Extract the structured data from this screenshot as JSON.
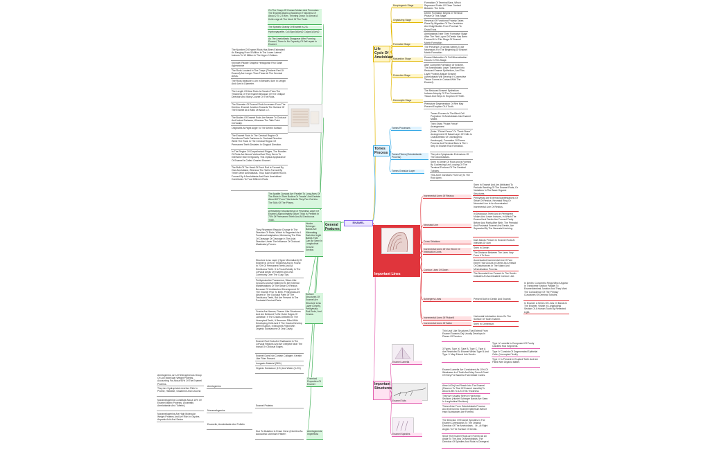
{
  "root": {
    "label": "ENAMEL"
  },
  "colors": {
    "general": "#46b35c",
    "life": "#e3b800",
    "tomes": "#37a9e6",
    "lines": "#e0353c",
    "structures": "#e461b0",
    "root": "#8b6cf0"
  },
  "general": {
    "title": "General Features",
    "top": {
      "t1": "On The Cusps Of Human Molars And Premolars The Enamel Attains A Maximum Thickness Of About 2 To 2.5 Mm, Thinning Down To Almost A Knife-edge At The Neck Of The Tooth.",
      "t2": "The Specific Gravity Of Enamel Is 2.8.",
      "t3": "Hydroxyapatite- Ca10(po4)6(oh)2 Ca(po4)2(oh)2",
      "t4": "As The Ameloblasts Disappear After Forming Enamel, There Is No Capacity Of Self-repair In Enamel."
    },
    "rods": [
      "The Number Of Enamel Rods Has Been Estimated As Ranging From 5 Million In The Lower Lateral Incisors To 12 Million In The Upper 1 Molars.",
      "Keyhole/ Paddle Shaped/ Hexagonal/ Fish Scale Appearance",
      "The Rods Located In The Cusps (Thickest Part Of Enamel) Are Longer Than Those At The Cervical Areas.",
      "The Rods Measure 4 Um In Breadth, 5um In Length And 4um In Diameter.",
      "The Length Of Most Rods Is Greater Than The Thickness Of The Enamel Because Of The Oblique Direction And Wavy Course Of The Rods.",
      "The Diameter Of Enamel Rods Increases From The Dentino- Enamel Junction Towards The Surface Of The Enamel At A Ratio Of About 1:2.",
      "The Bodies Of Enamel Rods Are Nearer To Occlusal And Incisal Surfaces, Whereas The Tails Point Cervically.",
      "Originates At Right Angle To The Dentin Surface.",
      "The Enamel Rods In The Cervical Region Of Deciduous Teeth Darkness In Occlusal Direction While The Rods In The Cervical Region Of Permanent Teeth Deviates In Gingival Direction.",
      "In The Region Of Cusps/incisal Ridges, The Bundles Of Rods Are Almost Vertical And They Seem To Intertwine More Irregularly. This Optical Appearance Of Enamel Is Called Gnarled Enamel.",
      "The Bulk Of The Head Of Each Rod Is Formed By One Ameloblast, Whereas The Tail Is Formed By Three Other Ameloblasts. Thus Each Enamel Rod Is Formed By 4 Ameloblasts And Each Ameloblast Contributes To Four Different Rods"
    ],
    "hs": {
      "label": "Hunter Schreger Bands Are Alternating Dark And Light Bands That Can Be Seen In Longitudinal Ground Section.",
      "t1": "The Apatite Crystals Are Parallel To Long Axes Of The Rods In Their Bodies Or \"heads\" And Deviate About 65° From This Axis As They Fan Out Into The Tails Of The Prisms.",
      "t2": "A Relatively Structureless Or Prismless Layer Of Enamel, Approximately 30um Thick Is Present In 70% Of Permanent Teeth And All Deciduous Teeth.",
      "t3": "They Represent Regular Change In The Direction Of Rods, Which Is Regarded As A Functional Adaptation, Minimizing The Risk Of Cleavage Of Cleavage In The Axial Direction Under The Influence Of Occlusal Masticatory Forces."
    },
    "surface": {
      "label": "Surface Structures Of Enamel Are Structure Less Layer (Depth), Perikymata, Rod Ends, And Cracks.",
      "t1": "Structure Less Layer (Hyper Mineralized) Of Enamel Is 30 M In Thickness And Is Found In 70% Of Permanent Teeth And All Deciduous Teeth. It Is Found Mostly In The Cervical Areas Of Enamel And Less Commonly Over The Cusp Tips.",
      "t2": "Perikymata Are Transverse, Wave-Like Grooves And Are Believed To Be External Manifestations Of The Striae Of Retzius Because Of Undisturbed Development Of The Enamel Prior To Birth, Perikymata Are Absent In The Occlusal Parts Of The Deciduous Teeth, But Are Present In The Postnatal Cervical Parts.",
      "t3": "Cracks Are Narrow, Fissure Like Structures And Are Believed To Be Outer Edges Of Lamellae. If The Cracks Detected In The Unerupted Teeth, It Becomes Filled With Developing Cells And If The Cracks Develop After Eruption, It Becomes Filled With Organic Substances Of Oral Cavity.",
      "t4": "Enamel Rod Ends Are Shallowest In The Cervical Regions And Are Deepest Near The Incisal Or Occlusal Edges."
    },
    "chem": {
      "label": "Chemical Properties Of Enamel",
      "t1": "Enamel Does Not Contain Collagen. Keratin Like Fiber Present",
      "t2": "Inorganic Material (96%)",
      "t3": "Organic Substance (1%) And Water (3-4%)",
      "proteins": "Enamel Proteins",
      "amelogenins": "Amelogenins",
      "am1": "Amelogenins, Are A Heterogeneous Group Of Low Molecular Weight Proteins, Accounting For About 90% Of The Enamel Proteins.",
      "am2": "They Are Hydrophobic And Are Rich In Proline, Histidine, Glutamine And Leucine.",
      "nonam": "Nonamelogenins",
      "na1": "Nonamelogenins Constitute About 10% Of Enamel Matrix Proteins. (Enamelin, Ameloblastin And Tuftelin )",
      "na2": "Nonamelogenins Are High Molecular Weight Proteins And Are Rich In Glycine, Aspartic Acid And Serine",
      "tuft": "Enamelin, Ameloblastin And Tuftelin"
    },
    "imp": {
      "label": "Amelogenesis Imperfecta",
      "t1": "Due To Mutation In Enam Gene (Inherited As Autosomal Dominant Pattern"
    }
  },
  "life": {
    "title": "Life Cycle Of Ameloblast",
    "stages": [
      {
        "label": "Morphogenic Stage",
        "desc": "Formation Of Terminal Bars, Which Represent Points Of Close Contact Between The Cells."
      },
      {
        "label": "Organizing Stage",
        "desc": "Dentin Formation Begins In Terminal Phase Of This Stage."
      },
      {
        "label": "",
        "desc": "Reversal Of Functional Polarity Takes Place By Migration Of The Centrioles And Golgi Bodies From Proximal To Distal Ends."
      },
      {
        "label": "",
        "desc": "Ameloblasts Enter Their Formative Stage After The First Layer Of Dentin Has Been Formed & In This Stage Of Enamel Matrix Formation."
      },
      {
        "label": "Formative Stage",
        "desc": "The Presence Of Dentin Seems To Be Necessary For The Beginning Of Enamel Matrix Formation."
      },
      {
        "label": "Maturation Stage",
        "desc": "Enamel Maturation Or Full Mineralization Occurs In This Stage."
      },
      {
        "label": "Protective Stage",
        "desc": "After Complete Formation Of Enamel, The Ameloblastic Layer Transform Into Reduced Enamel Epithelium, And This Layer Protects Mature Enamel (Ameloblasts Will Develop If Connective Tissue Comes In Contact With The Enamel)."
      },
      {
        "label": "",
        "desc": "The Reduced Enamel Epithelium Induces Atrophy Of The Connective Tissue And Helps In Eruption Of Teeth."
      },
      {
        "label": "Desmolytic Stage",
        "desc": "Premature Degeneration Of Ree May Prevent Eruption Of A Tooth."
      }
    ]
  },
  "tomes": {
    "title": "Tomes Process",
    "items": [
      {
        "label": "Tomes Processes",
        "desc": "Tomes Process Is The Blunt Cell Projection Of Ameloblasts Into Enamel Matrix."
      },
      {
        "label": "",
        "desc": "They Show \"Picket Fence\" Arrangement"
      },
      {
        "label": "",
        "desc": "(Note: \"Picket Fence\" Or \"Tomb Stone\" Arrangement Of Basal Layer Of Cells Is Characteristic Of Odontogenic Keratocyst). Formation Of Tomes Process And Terminal Bars Is The 1 Step In Enamel Rod Formation."
      },
      {
        "label": "Tomes Fibres (Odontoblastic Process)",
        "desc": "They Are Cytoplasmic Extensions Of The Odontoblasts."
      },
      {
        "label": "",
        "desc": "Seen In Dentin Of Root And Is Formed By Coalescing And Looping Of The Terminal Portions Of The Dentinal Tubules."
      },
      {
        "label": "Tomes Granular Layer",
        "desc": "This Zone Increases From Cej To The Root Apex."
      }
    ]
  },
  "lines": {
    "title": "Important Lines",
    "retzius": {
      "label": "Incremental Lines Of Retzius",
      "t1": "Seen In Enamel And Are Attributed To Periodic Bending Of The Enamel Rods, Or Variations In The Basic Organic Structures.",
      "t2": "Perikymata Are External Manifestations Of Striae Of Retzius. Neonatal Ring Or Neonatal Line Is An Accentuated Incremental Line Of Retzius.",
      "t3": "In Deciduous Teeth And In Permanent Molars And Lower Incisors, In Which The Enamel And Dentin Are Formed Partly Before And Partly After Birth, The Prenatal And Postnatal Enamel And Dentin, Are Separated By The Neonatal Line/ring."
    },
    "neonatal": "Neonatal Line",
    "cross": {
      "label": "Cross Striations",
      "t1": "Dark Bands Present In Enamel Rods At Intervals Of 4um"
    },
    "ebner": {
      "label": "Incremental Lines Of Von Ebner Or Imbrication Lines",
      "t1": "Seen In Dentin",
      "t2": "The Distance Between The Lines Vary From 4 To 8um."
    },
    "owen": {
      "label": "Contour Lines Of Owen",
      "t1": "Accentuated Incremental Line Of Von Ebner That Occurs In Dentin As A Result Of Disturbances In The Matrix And Mineralization Process.",
      "t2": "The Neonatal Line Present In The Dentin Indicates An Accentuated Contour Line."
    },
    "schreger": {
      "label": "Schreger's Lines",
      "t1": "Present Both In Dentin And Enamel.",
      "t2": "In Dentin: Concentric Rings Which Appear In Transverse Section Parallel To Enamel/dentinal Junction And They Mark The Coincidence Of The Primary Curvatures Of Dentinal Tubules.",
      "t3": "In Enamel: A Series Of Lines Or Bands In The Enamel, Visible In Longitudinal Section Of A Human Tooth By Reflected Light."
    },
    "pickerill": {
      "label": "Incremental Lines Of Pickerill",
      "t1": "Horizontal Imbrication Lines On The Surface Of Tooth Enamel."
    },
    "salter": {
      "label": "Incremental Lines Of Salter",
      "t1": "Seen In Cementum."
    }
  },
  "structures": {
    "title": "Important Structures",
    "lamella": {
      "label": "Enamel Lamella",
      "t1": "Thin Leaf Like Structures That Extend From Enamel Towards Dej Usually Develops In Planes Of Tension.",
      "t2": "3 Types, Type 'a', Type B, Type C. Type A Are Restricted To Enamel Whilst Type B And Type 'c' May Extend Into Dentin.",
      "a": "Type 'a' Lamella Is Composed Of Poorly Calcified Rod Segments.",
      "b": "Type 'b' Consists Of Degenerated Epithelial Cells. (Unerupted Teeth)",
      "c": "Type 'c' Is Present In Erupted Teeth And Are Filled With Organic Matter."
    },
    "tufts": {
      "label": "Enamel Tufts",
      "t1": "Enamel Lamella Are Considered As 10% Of Weakness In A Tooth And May Form A Road Of Entry For Bacteria That Initiate Caries.",
      "t2": "Arise At Dej And Reach Into The Enamel (Reserve To That Of Enamel Lamella) To About 1/5th To 1/3 Of Its Thickness",
      "t3": "They Are Usually Seen In Horizontal Sections (Hunter Schreger Bands Are Seen In Longitudinal Sections).",
      "t4": "These Arise From Odontoblastic Process And Extend Into Enamel Epithelium Before Hard Substances Are Formed."
    },
    "spindles": {
      "label": "Enamel Spindles",
      "t1": "The Direction Of Enamel Spindles In The Enamel Corresponds To The Original Direction Of The Ameloblasts - I.e., At Right Angles To The Surface Of Dentin.",
      "t2": "Since The Enamel Rods Are Formed At An Angle To The Axis Of Ameloblasts, The Direction Of Spindles And Rods Is Divergent."
    }
  }
}
